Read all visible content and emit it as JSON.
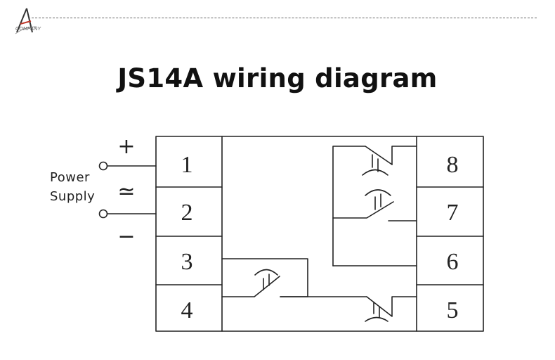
{
  "header": {
    "company_text": "COMPANY",
    "logo_icon": "triangle-a-logo"
  },
  "title": "JS14A wiring diagram",
  "power": {
    "label_line1": "Power",
    "label_line2": "Supply",
    "plus": "+",
    "ac": "≃",
    "minus": "−"
  },
  "pins_left": [
    "1",
    "2",
    "3",
    "4"
  ],
  "pins_right": [
    "8",
    "7",
    "6",
    "5"
  ],
  "colors": {
    "line": "#222222",
    "background": "#ffffff"
  }
}
